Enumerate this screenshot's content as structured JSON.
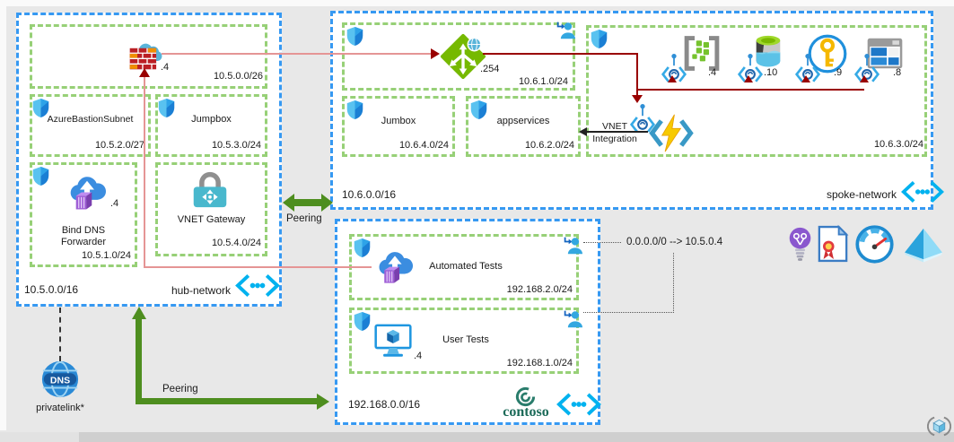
{
  "networks": {
    "hub": {
      "label": "hub-network",
      "cidr": "10.5.0.0/16",
      "firewall_subnet_cidr": "10.5.0.0/26",
      "firewall_ip": ".4",
      "bastion_name": "AzureBastionSubnet",
      "bastion_cidr": "10.5.2.0/27",
      "jumpbox_name": "Jumpbox",
      "jumpbox_cidr": "10.5.3.0/24",
      "dns_name": "Bind DNS Forwarder",
      "dns_ip": ".4",
      "dns_cidr": "10.5.1.0/24",
      "gateway_name": "VNET Gateway",
      "gateway_cidr": "10.5.4.0/24"
    },
    "spoke": {
      "label": "spoke-network",
      "cidr": "10.6.0.0/16",
      "gw_subnet_cidr": "10.6.1.0/24",
      "appgw_ip": ".254",
      "jumbox_name": "Jumbox",
      "jumbox_cidr": "10.6.4.0/24",
      "appservices_name": "appservices",
      "appservices_cidr": "10.6.2.0/24",
      "pe_subnet_cidr": "10.6.3.0/24",
      "endpoints": [
        {
          "name": "container-registry",
          "ip": ".4"
        },
        {
          "name": "data-lake-storage",
          "ip": ".10"
        },
        {
          "name": "key-vault",
          "ip": ".9"
        },
        {
          "name": "web-app",
          "ip": ".8"
        }
      ],
      "vnet_integration_label": "VNET Integration"
    },
    "contoso": {
      "label": "contoso",
      "cidr": "192.168.0.0/16",
      "automated_name": "Automated Tests",
      "automated_cidr": "192.168.2.0/24",
      "user_name": "User Tests",
      "user_ip": ".4",
      "user_cidr": "192.168.1.0/24"
    }
  },
  "annotations": {
    "route": "0.0.0.0/0 --> 10.5.0.4",
    "peering_top": "Peering",
    "peering_bottom": "Peering",
    "privatelink": "privatelink*"
  },
  "colors": {
    "vnet_border": "#3699f2",
    "subnet_border": "#97d077",
    "flow_light": "#e59595",
    "flow_dark": "#990000",
    "peering_green": "#4e8e1f"
  }
}
